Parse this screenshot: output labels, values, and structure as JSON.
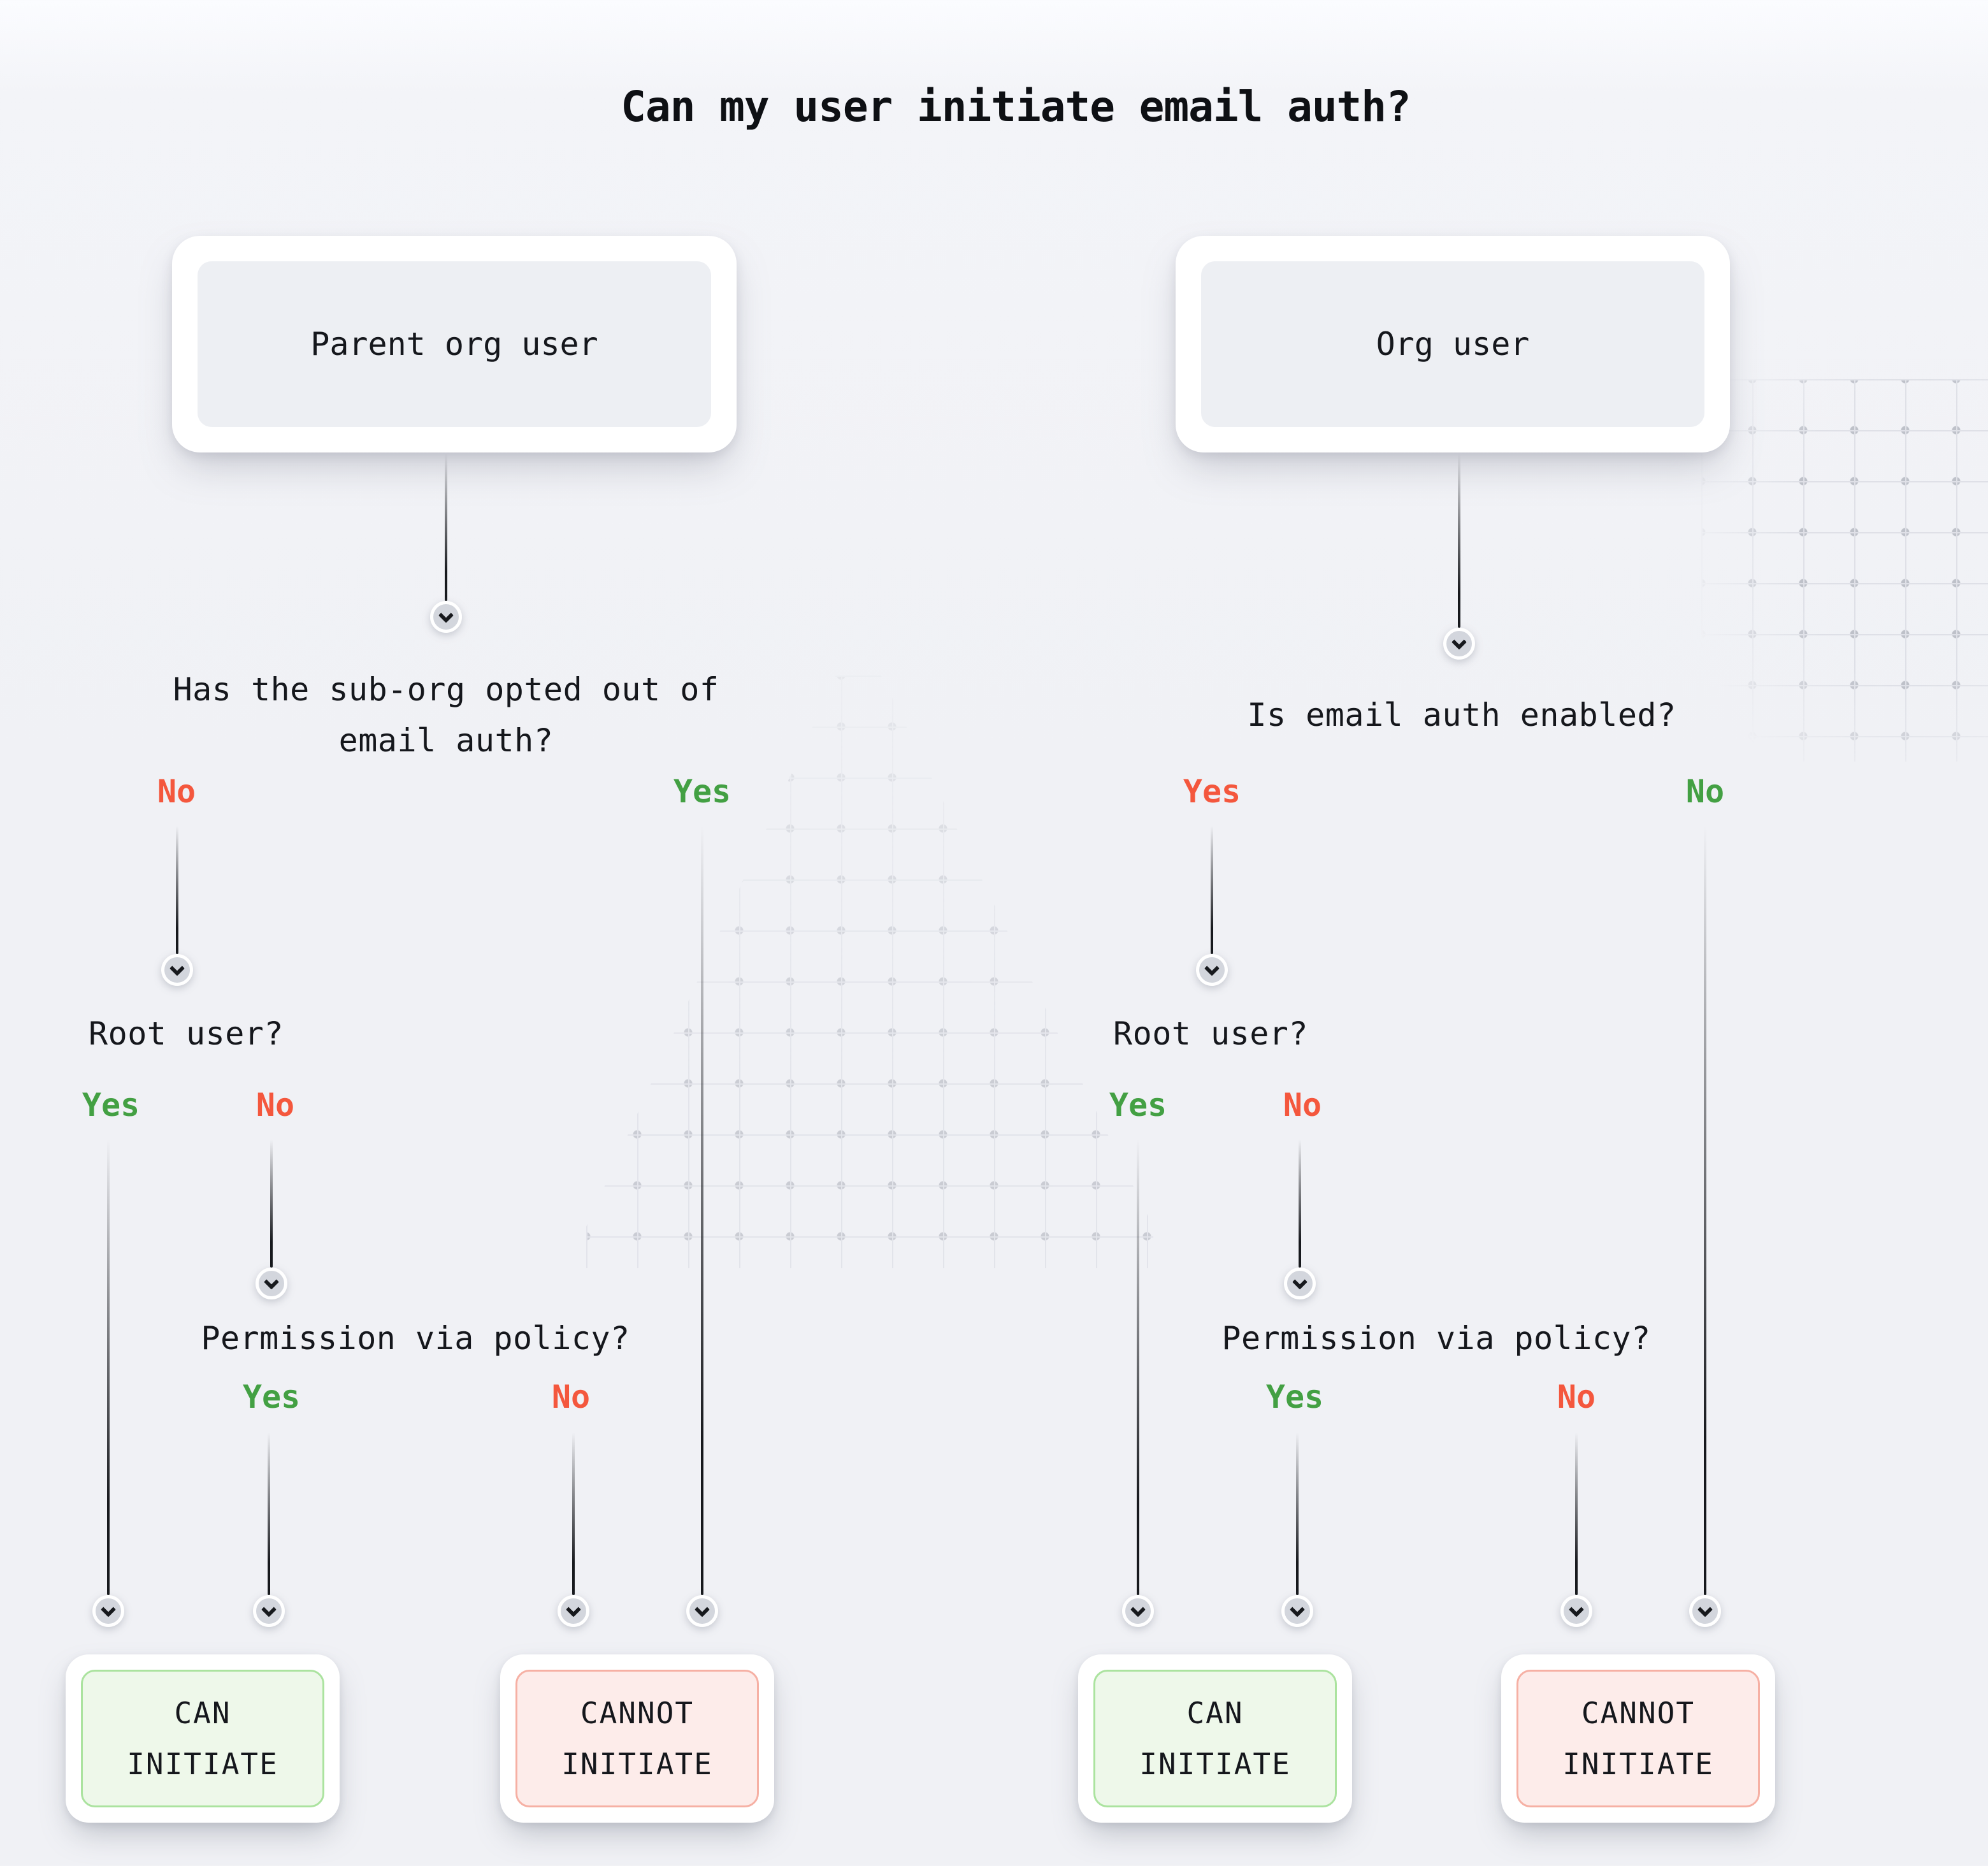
{
  "title": "Can my user initiate email auth?",
  "colors": {
    "green": "#43a043",
    "red": "#f4573d",
    "ink": "#15171c",
    "title_ink": "#0e1014",
    "node_fill": "#edeff3",
    "line": "#17191d",
    "circle_fill": "#d3d6dd",
    "circle_ring": "#ffffff",
    "can_fill": "#eef8ea",
    "can_border": "#abe39f",
    "cannot_fill": "#fdecea",
    "cannot_border": "#f6b0a4",
    "grid_line": "#dcdee5",
    "grid_dot": "#b6b9c2",
    "bg_top": "#fbfcff",
    "bg_mid": "#f3f4f8",
    "bg_main": "#f0f1f5"
  },
  "left": {
    "node": "Parent org user",
    "q1": {
      "line1": "Has the sub-org opted out of",
      "line2": "email auth?",
      "no": "No",
      "yes": "Yes"
    },
    "q2": {
      "text": "Root user?",
      "yes": "Yes",
      "no": "No"
    },
    "q3": {
      "text": "Permission via policy?",
      "yes": "Yes",
      "no": "No"
    },
    "results": {
      "can_line1": "CAN",
      "can_line2": "INITIATE",
      "cannot_line1": "CANNOT",
      "cannot_line2": "INITIATE"
    }
  },
  "right": {
    "node": "Org user",
    "q1": {
      "text": "Is email auth enabled?",
      "yes": "Yes",
      "no": "No"
    },
    "q2": {
      "text": "Root user?",
      "yes": "Yes",
      "no": "No"
    },
    "q3": {
      "text": "Permission via policy?",
      "yes": "Yes",
      "no": "No"
    },
    "results": {
      "can_line1": "CAN",
      "can_line2": "INITIATE",
      "cannot_line1": "CANNOT",
      "cannot_line2": "INITIATE"
    }
  }
}
